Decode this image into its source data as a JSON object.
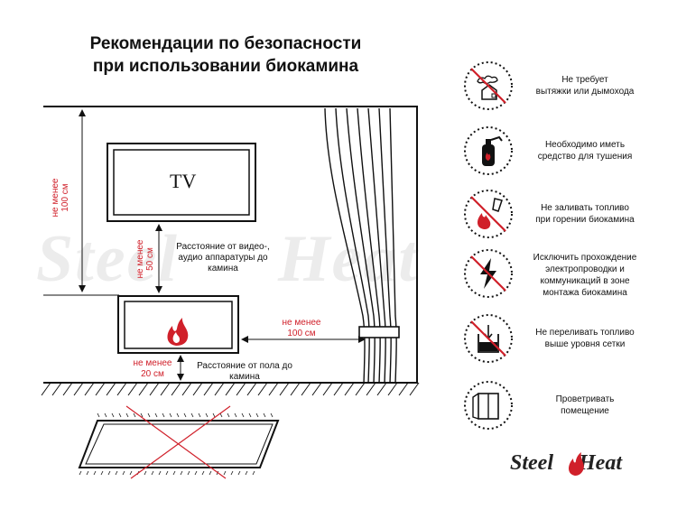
{
  "title": {
    "line1": "Рекомендации по безопасности",
    "line2": "при использовании биокамина"
  },
  "watermark": {
    "part1": "Steel",
    "part2": "Heat"
  },
  "diagram": {
    "tv_label": "TV",
    "height_100_line1": "не менее",
    "height_100_line2": "100 см",
    "height_50_line1": "не менее",
    "height_50_line2": "50 см",
    "dist_video_text": [
      "Расстояние от видео-,",
      "аудио аппаратуры до",
      "камина"
    ],
    "curtain_dist_line1": "не менее",
    "curtain_dist_line2": "100 см",
    "floor_dist_line1": "не менее",
    "floor_dist_line2": "20 см",
    "floor_text": [
      "Расстояние от пола до",
      "камина"
    ]
  },
  "icons": [
    {
      "icon": "no-chimney-icon",
      "lines": [
        "Не требует",
        "вытяжки или дымохода"
      ]
    },
    {
      "icon": "fire-extinguisher-icon",
      "lines": [
        "Необходимо иметь",
        "средство для тушения"
      ]
    },
    {
      "icon": "no-refuel-burning-icon",
      "lines": [
        "Не заливать топливо",
        "при горении биокамина"
      ]
    },
    {
      "icon": "no-wiring-icon",
      "lines": [
        "Исключить прохождение",
        "электропроводки и",
        "коммуникаций в зоне",
        "монтажа биокамина"
      ]
    },
    {
      "icon": "no-overfill-icon",
      "lines": [
        "Не переливать топливо",
        "выше уровня сетки"
      ]
    },
    {
      "icon": "window-ventilation-icon",
      "lines": [
        "Проветривать",
        "помещение"
      ]
    }
  ],
  "brand": {
    "part1": "Steel",
    "part2": "Heat"
  },
  "colors": {
    "accent": "#d0202a",
    "line": "#111111"
  }
}
